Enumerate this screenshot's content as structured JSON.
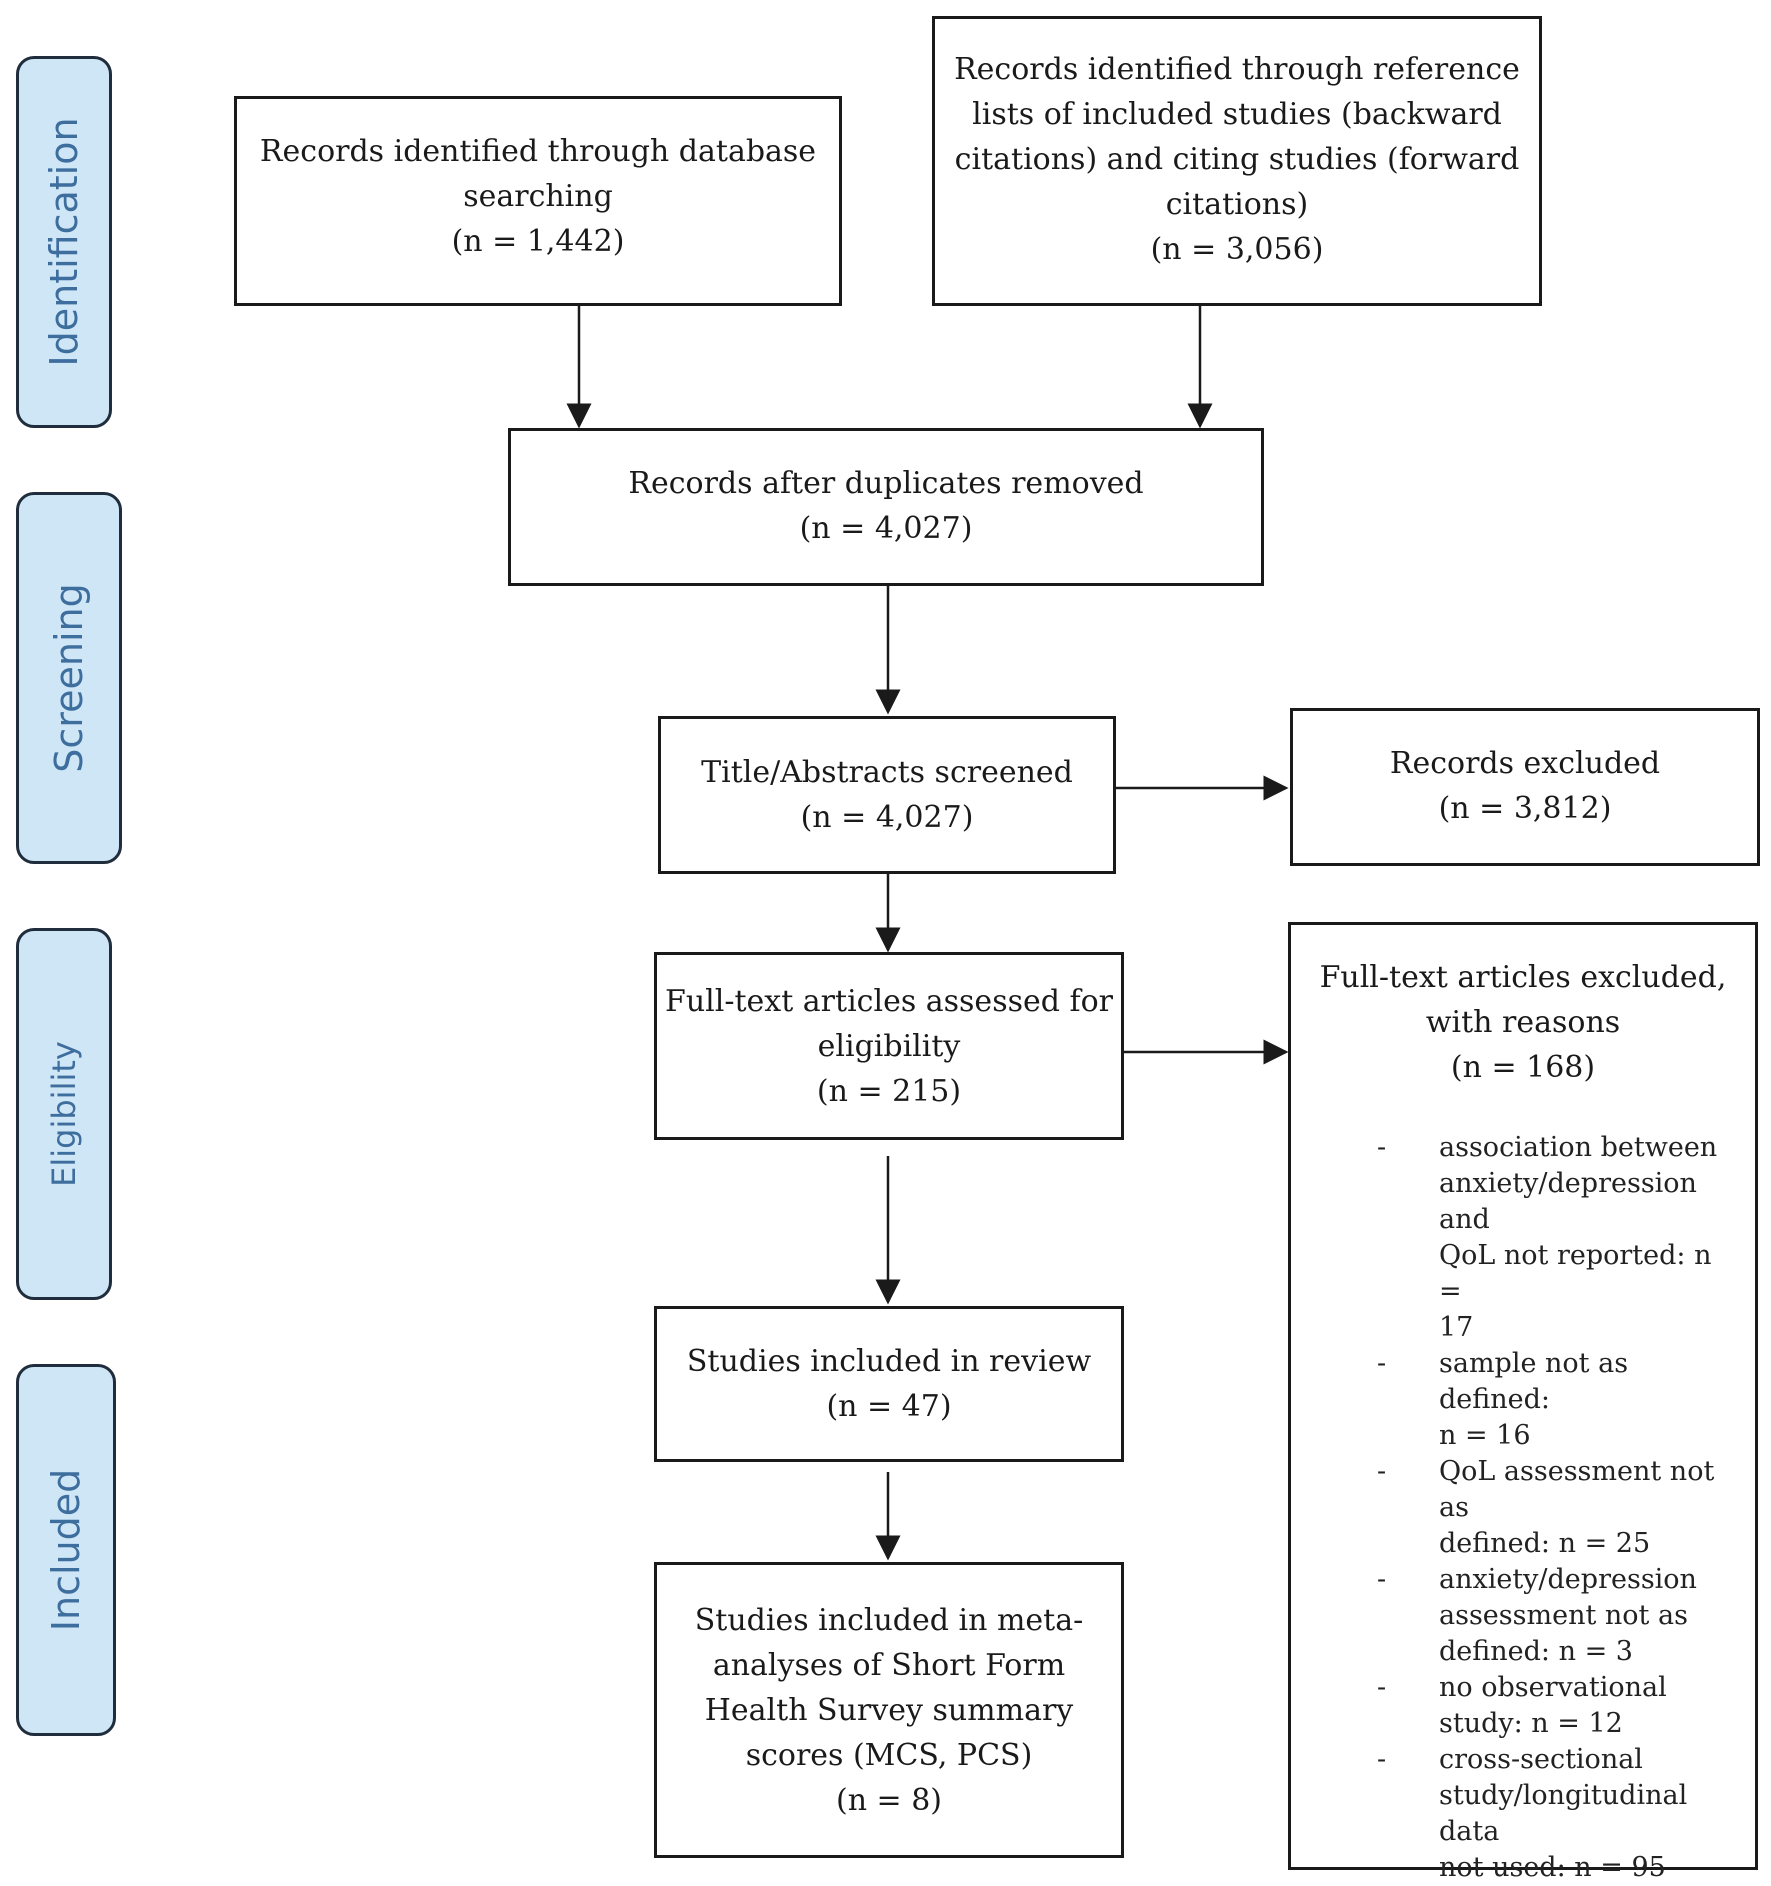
{
  "phases": {
    "identification": "Identification",
    "screening": "Screening",
    "eligibility": "Eligibility",
    "included": "Included"
  },
  "boxes": {
    "database": {
      "line1": "Records identified through database",
      "line2": "searching",
      "count": "(n = 1,442)"
    },
    "citations": {
      "line1": "Records identified through reference",
      "line2": "lists of included studies (backward",
      "line3": "citations) and citing studies (forward",
      "line4": "citations)",
      "count": "(n = 3,056)"
    },
    "duplicates": {
      "line1": "Records after duplicates removed",
      "count": "(n = 4,027)"
    },
    "screened": {
      "line1": "Title/Abstracts screened",
      "count": "(n = 4,027)"
    },
    "records_excluded": {
      "line1": "Records excluded",
      "count": "(n = 3,812)"
    },
    "fulltext": {
      "line1": "Full-text articles assessed for",
      "line2": "eligibility",
      "count": "(n = 215)"
    },
    "review": {
      "line1": "Studies included in review",
      "count": "(n = 47)"
    },
    "meta": {
      "line1": "Studies included in meta-",
      "line2": "analyses of Short Form",
      "line3": "Health Survey summary",
      "line4": "scores (MCS, PCS)",
      "count": "(n = 8)"
    },
    "fulltext_excluded": {
      "line1": "Full-text articles excluded,",
      "line2": "with reasons",
      "count": "(n = 168)",
      "reasons": [
        {
          "dash": "-",
          "lines": [
            "association between",
            "anxiety/depression and",
            "QoL not reported: n =",
            "17"
          ]
        },
        {
          "dash": "-",
          "lines": [
            "sample not as defined:",
            "n = 16"
          ]
        },
        {
          "dash": "-",
          "lines": [
            "QoL assessment not as",
            "defined: n = 25"
          ]
        },
        {
          "dash": "-",
          "lines": [
            "anxiety/depression",
            "assessment not as",
            "defined: n = 3"
          ]
        },
        {
          "dash": "-",
          "lines": [
            "no observational",
            "study: n = 12"
          ]
        },
        {
          "dash": "-",
          "lines": [
            "cross-sectional",
            "study/longitudinal data",
            "not used: n = 95"
          ]
        }
      ]
    }
  },
  "colors": {
    "phase_fill": "#cfe6f7",
    "phase_text": "#3e6e9d",
    "line": "#1a1a1a"
  }
}
